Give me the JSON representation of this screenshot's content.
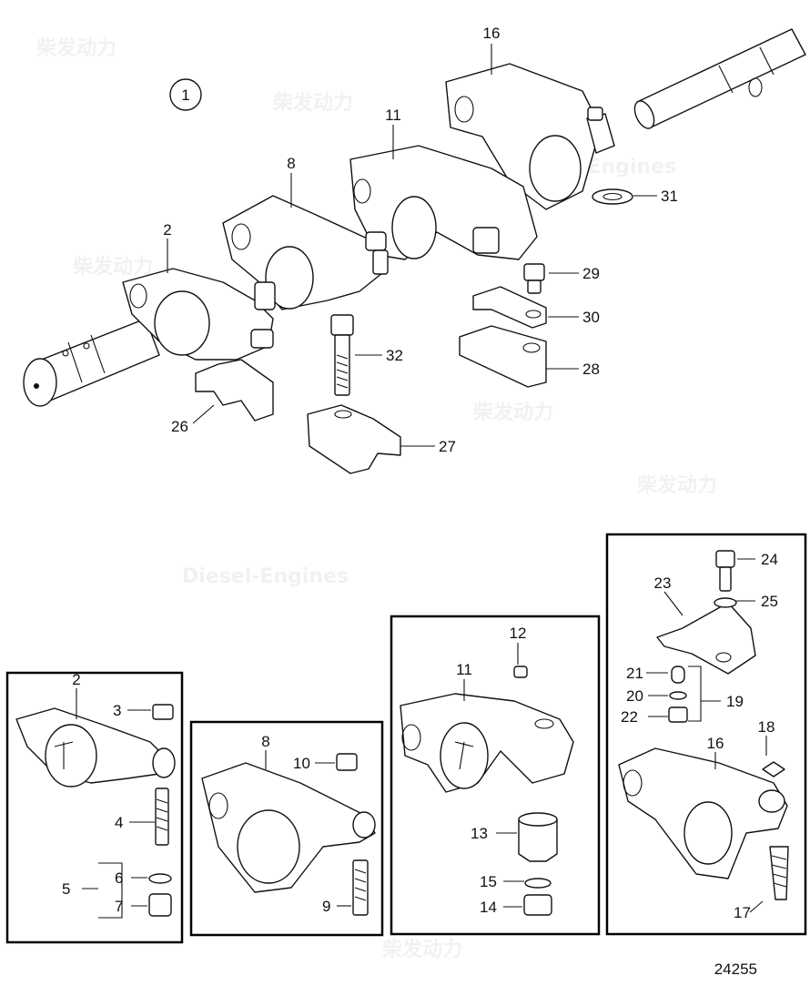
{
  "diagram": {
    "group_marker": "1",
    "drawing_number": "24255",
    "watermark": {
      "brand_cn": "柴发动力",
      "brand_en": "Diesel-Engines"
    },
    "callouts": {
      "p2": "2",
      "p8": "8",
      "p11": "11",
      "p16": "16",
      "p26": "26",
      "p27": "27",
      "p28": "28",
      "p29": "29",
      "p30": "30",
      "p31": "31",
      "p32": "32",
      "d2": "2",
      "d3": "3",
      "d4": "4",
      "d5": "5",
      "d6": "6",
      "d7": "7",
      "d8": "8",
      "d9": "9",
      "d10": "10",
      "d11": "11",
      "d12": "12",
      "d13": "13",
      "d14": "14",
      "d15": "15",
      "d16": "16",
      "d17": "17",
      "d18": "18",
      "d19": "19",
      "d20": "20",
      "d21": "21",
      "d22": "22",
      "d23": "23",
      "d24": "24",
      "d25": "25"
    }
  }
}
